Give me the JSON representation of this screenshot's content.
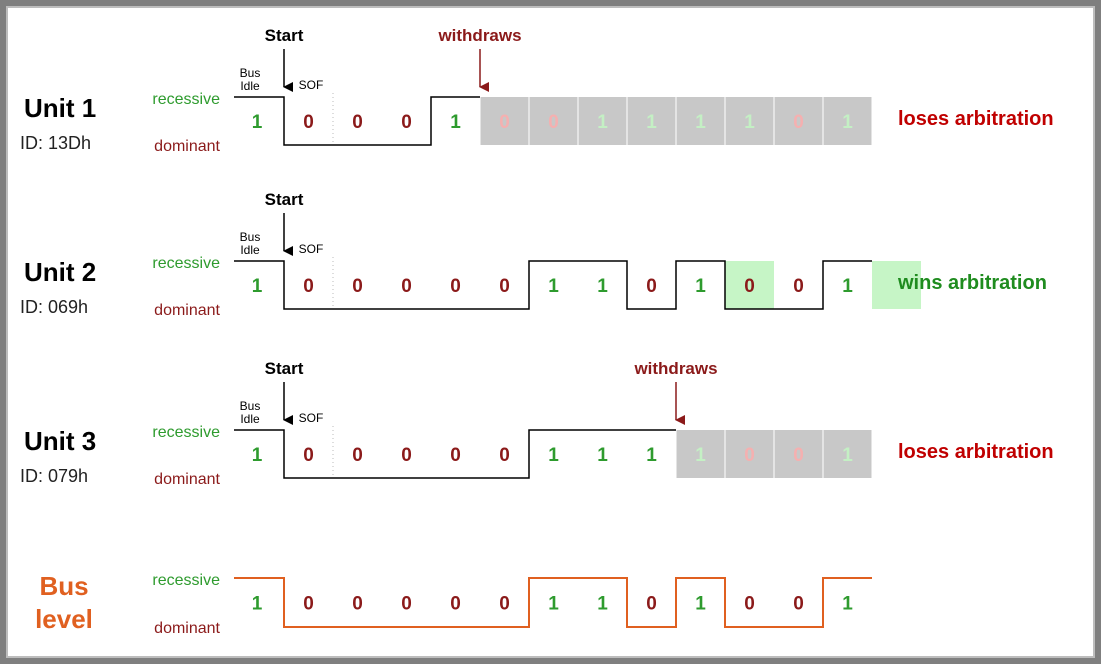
{
  "colors": {
    "recessive": "#2e9b2e",
    "dominant": "#8b1a1a",
    "loses": "#c00000",
    "wins": "#1f8c1f",
    "bus": "#e06020",
    "signal": "#000000",
    "gray_box": "#c8c8c8",
    "green_box": "#c6f5c6",
    "faded_one": "#c4f0c4",
    "faded_zero": "#f5b0b0",
    "frame": "#7f7f7f"
  },
  "labels": {
    "recessive": "recessive",
    "dominant": "dominant",
    "start": "Start",
    "bus_idle_line1": "Bus",
    "bus_idle_line2": "Idle",
    "sof": "SOF",
    "withdraws": "withdraws"
  },
  "units": [
    {
      "name": "Unit 1",
      "id": "ID: 13Dh",
      "bits": [
        "1",
        "0",
        "0",
        "0",
        "1",
        "0",
        "0",
        "1",
        "1",
        "1",
        "1",
        "0",
        "1"
      ],
      "withdraw_after": 5,
      "result": "loses arbitration",
      "outcome": "loses"
    },
    {
      "name": "Unit 2",
      "id": "ID: 069h",
      "bits": [
        "1",
        "0",
        "0",
        "0",
        "0",
        "0",
        "1",
        "1",
        "0",
        "1",
        "0",
        "0",
        "1"
      ],
      "withdraw_after": null,
      "result": "wins arbitration",
      "outcome": "wins"
    },
    {
      "name": "Unit 3",
      "id": "ID: 079h",
      "bits": [
        "1",
        "0",
        "0",
        "0",
        "0",
        "0",
        "1",
        "1",
        "1",
        "1",
        "0",
        "0",
        "1"
      ],
      "withdraw_after": 9,
      "result": "loses arbitration",
      "outcome": "loses"
    }
  ],
  "bus": {
    "name_line1": "Bus",
    "name_line2": "level",
    "bits": [
      "1",
      "0",
      "0",
      "0",
      "0",
      "0",
      "1",
      "1",
      "0",
      "1",
      "0",
      "0",
      "1"
    ]
  }
}
